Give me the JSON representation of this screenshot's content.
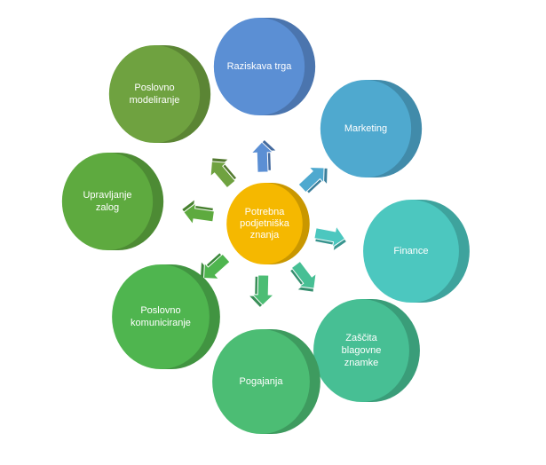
{
  "center": {
    "label": "Potrebna\npodjetniška\nznanja",
    "color": "#f5b800"
  },
  "nodes": [
    {
      "id": "raziskava-trga",
      "label": "Raziskava trga",
      "color": "#5b8fd4"
    },
    {
      "id": "marketing",
      "label": "Marketing",
      "color": "#4fa9cf"
    },
    {
      "id": "finance",
      "label": "Finance",
      "color": "#4cc7bf"
    },
    {
      "id": "zascita-blagovne-znamke",
      "label": "Zaščita\nblagovne\nznamke",
      "color": "#47bf94"
    },
    {
      "id": "pogajanja",
      "label": "Pogajanja",
      "color": "#4cbd74"
    },
    {
      "id": "poslovno-komuniciranje",
      "label": "Poslovno\nkomuniciranje",
      "color": "#4fb54f"
    },
    {
      "id": "upravljanje-zalog",
      "label": "Upravljanje\nzalog",
      "color": "#5eaa3f"
    },
    {
      "id": "poslovno-modeliranje",
      "label": "Poslovno\nmodeliranje",
      "color": "#6fa240"
    }
  ]
}
